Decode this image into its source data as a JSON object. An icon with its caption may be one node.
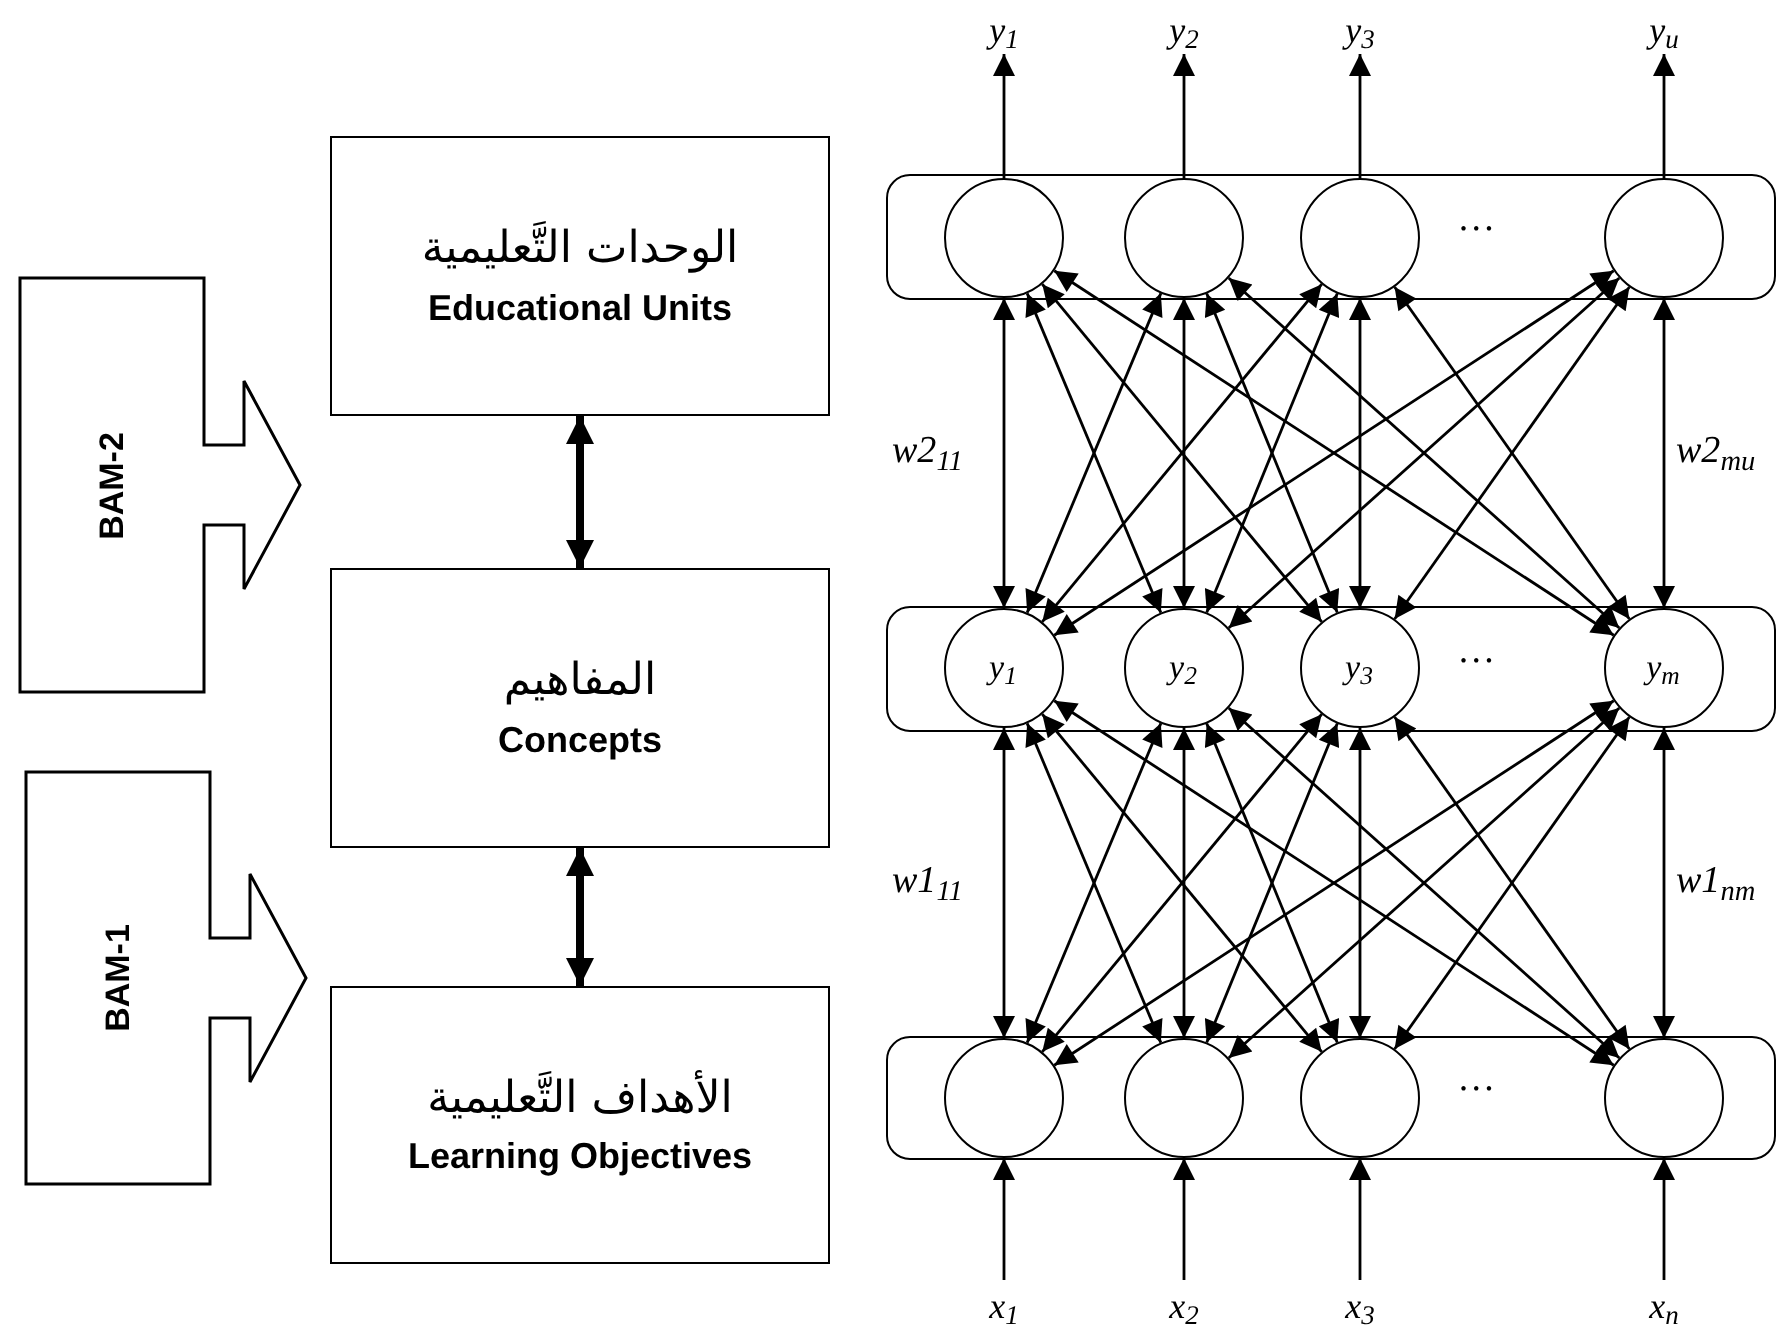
{
  "diagram": {
    "nodes": [
      {
        "text": [
          "الوحدات التَّعليمية",
          "Educational Units"
        ]
      },
      {
        "text": [
          "المفاهيم",
          "Concepts"
        ]
      },
      {
        "text": [
          "الأهداف التَّعليمية",
          "Learning Objectives"
        ]
      },
      {
        "text": [
          "BAM-2"
        ]
      },
      {
        "text": [
          "BAM-1"
        ]
      },
      {
        "text": [],
        "shape": "box"
      },
      {
        "text": [],
        "shape": "circle",
        "in": 5
      },
      {
        "text": [],
        "shape": "circle",
        "in": 5
      },
      {
        "text": [],
        "shape": "circle",
        "in": 5
      },
      {
        "text": [],
        "shape": "circle",
        "in": 5
      },
      {
        "text": [],
        "shape": "box"
      },
      {
        "text": [
          "y$_{1}$"
        ],
        "in": 10
      },
      {
        "text": [
          "y$_{2}$"
        ],
        "in": 10
      },
      {
        "text": [
          "y$_{3}$"
        ],
        "in": 10
      },
      {
        "text": [
          "y$_{m}$"
        ],
        "in": 10
      },
      {
        "text": [],
        "shape": "box"
      },
      {
        "text": [],
        "shape": "circle",
        "in": 15
      },
      {
        "text": [],
        "shape": "circle",
        "in": 15
      },
      {
        "text": [],
        "shape": "circle",
        "in": 15
      },
      {
        "text": [],
        "shape": "circle",
        "in": 15
      },
      {
        "text": [
          "y$_{1}$"
        ]
      },
      {
        "text": [
          "y$_{2}$"
        ]
      },
      {
        "text": [
          "y$_{3}$"
        ]
      },
      {
        "text": [
          "y$_{u}$"
        ]
      },
      {
        "text": [
          "x$_{1}$"
        ]
      },
      {
        "text": [
          "x$_{2}$"
        ]
      },
      {
        "text": [
          "x$_{3}$"
        ]
      },
      {
        "text": [
          "x$_{n}$"
        ]
      }
    ],
    "edges": [
      {
        "from": 1,
        "to": 0,
        "arrow": "both",
        "style": "thick"
      },
      {
        "from": 2,
        "to": 1,
        "arrow": "both",
        "style": "thick"
      },
      {
        "from": 6,
        "to": 20,
        "arrow": "to"
      },
      {
        "from": 7,
        "to": 21,
        "arrow": "to"
      },
      {
        "from": 8,
        "to": 22,
        "arrow": "to"
      },
      {
        "from": 9,
        "to": 23,
        "arrow": "to"
      },
      {
        "from": 24,
        "to": 16,
        "arrow": "to"
      },
      {
        "from": 25,
        "to": 17,
        "arrow": "to"
      },
      {
        "from": 26,
        "to": 18,
        "arrow": "to"
      },
      {
        "from": 27,
        "to": 19,
        "arrow": "to"
      },
      {
        "from": 6,
        "to": 11,
        "arrow": "both"
      },
      {
        "from": 6,
        "to": 12,
        "arrow": "both"
      },
      {
        "from": 6,
        "to": 13,
        "arrow": "both"
      },
      {
        "from": 6,
        "to": 14,
        "arrow": "both"
      },
      {
        "from": 7,
        "to": 11,
        "arrow": "both"
      },
      {
        "from": 7,
        "to": 12,
        "arrow": "both"
      },
      {
        "from": 7,
        "to": 13,
        "arrow": "both"
      },
      {
        "from": 7,
        "to": 14,
        "arrow": "both"
      },
      {
        "from": 8,
        "to": 11,
        "arrow": "both"
      },
      {
        "from": 8,
        "to": 12,
        "arrow": "both"
      },
      {
        "from": 8,
        "to": 13,
        "arrow": "both"
      },
      {
        "from": 8,
        "to": 14,
        "arrow": "both"
      },
      {
        "from": 9,
        "to": 11,
        "arrow": "both"
      },
      {
        "from": 9,
        "to": 12,
        "arrow": "both"
      },
      {
        "from": 9,
        "to": 13,
        "arrow": "both"
      },
      {
        "from": 9,
        "to": 14,
        "arrow": "both"
      },
      {
        "from": 11,
        "to": 16,
        "arrow": "both"
      },
      {
        "from": 11,
        "to": 17,
        "arrow": "both"
      },
      {
        "from": 11,
        "to": 18,
        "arrow": "both"
      },
      {
        "from": 11,
        "to": 19,
        "arrow": "both"
      },
      {
        "from": 12,
        "to": 16,
        "arrow": "both"
      },
      {
        "from": 12,
        "to": 17,
        "arrow": "both"
      },
      {
        "from": 12,
        "to": 18,
        "arrow": "both"
      },
      {
        "from": 12,
        "to": 19,
        "arrow": "both"
      },
      {
        "from": 13,
        "to": 16,
        "arrow": "both"
      },
      {
        "from": 13,
        "to": 17,
        "arrow": "both"
      },
      {
        "from": 13,
        "to": 18,
        "arrow": "both"
      },
      {
        "from": 13,
        "to": 19,
        "arrow": "both"
      },
      {
        "from": 14,
        "to": 16,
        "arrow": "both"
      },
      {
        "from": 14,
        "to": 17,
        "arrow": "both"
      },
      {
        "from": 14,
        "to": 18,
        "arrow": "both"
      },
      {
        "from": 14,
        "to": 19,
        "arrow": "both"
      }
    ],
    "labels": [
      "…",
      "w2$_{11}$",
      "w2$_{mu}$",
      "…",
      "w1$_{11}$",
      "w1$_{nm}$",
      "…"
    ]
  }
}
